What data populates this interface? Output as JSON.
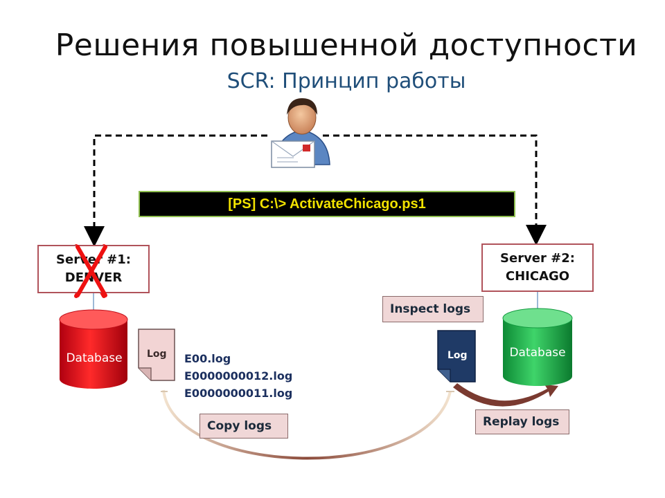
{
  "slide": {
    "title": "Решения повышенной доступности",
    "subtitle": "SCR: Принцип работы"
  },
  "command": {
    "text": "[PS] C:\\> ActivateChicago.ps1"
  },
  "server1": {
    "line1": "Server #1:",
    "line2": "DENVER",
    "status_mark": "X"
  },
  "server2": {
    "line1": "Server #2:",
    "line2": "CHICAGO"
  },
  "database1": {
    "label": "Database",
    "color": "#e0141e"
  },
  "database2": {
    "label": "Database",
    "color": "#22b24a"
  },
  "log1": {
    "label": "Log"
  },
  "log2": {
    "label": "Log"
  },
  "log_files": [
    "E00.log",
    "E0000000012.log",
    "E0000000011.log"
  ],
  "steps": {
    "inspect": "Inspect logs",
    "copy": "Copy logs",
    "replay": "Replay logs"
  },
  "colors": {
    "title": "#111111",
    "subtitle": "#1f4e79",
    "command_text": "#f2e200",
    "command_border": "#8fbf4f",
    "label_fill": "#f0d7d7",
    "server_border": "#b0525a"
  }
}
